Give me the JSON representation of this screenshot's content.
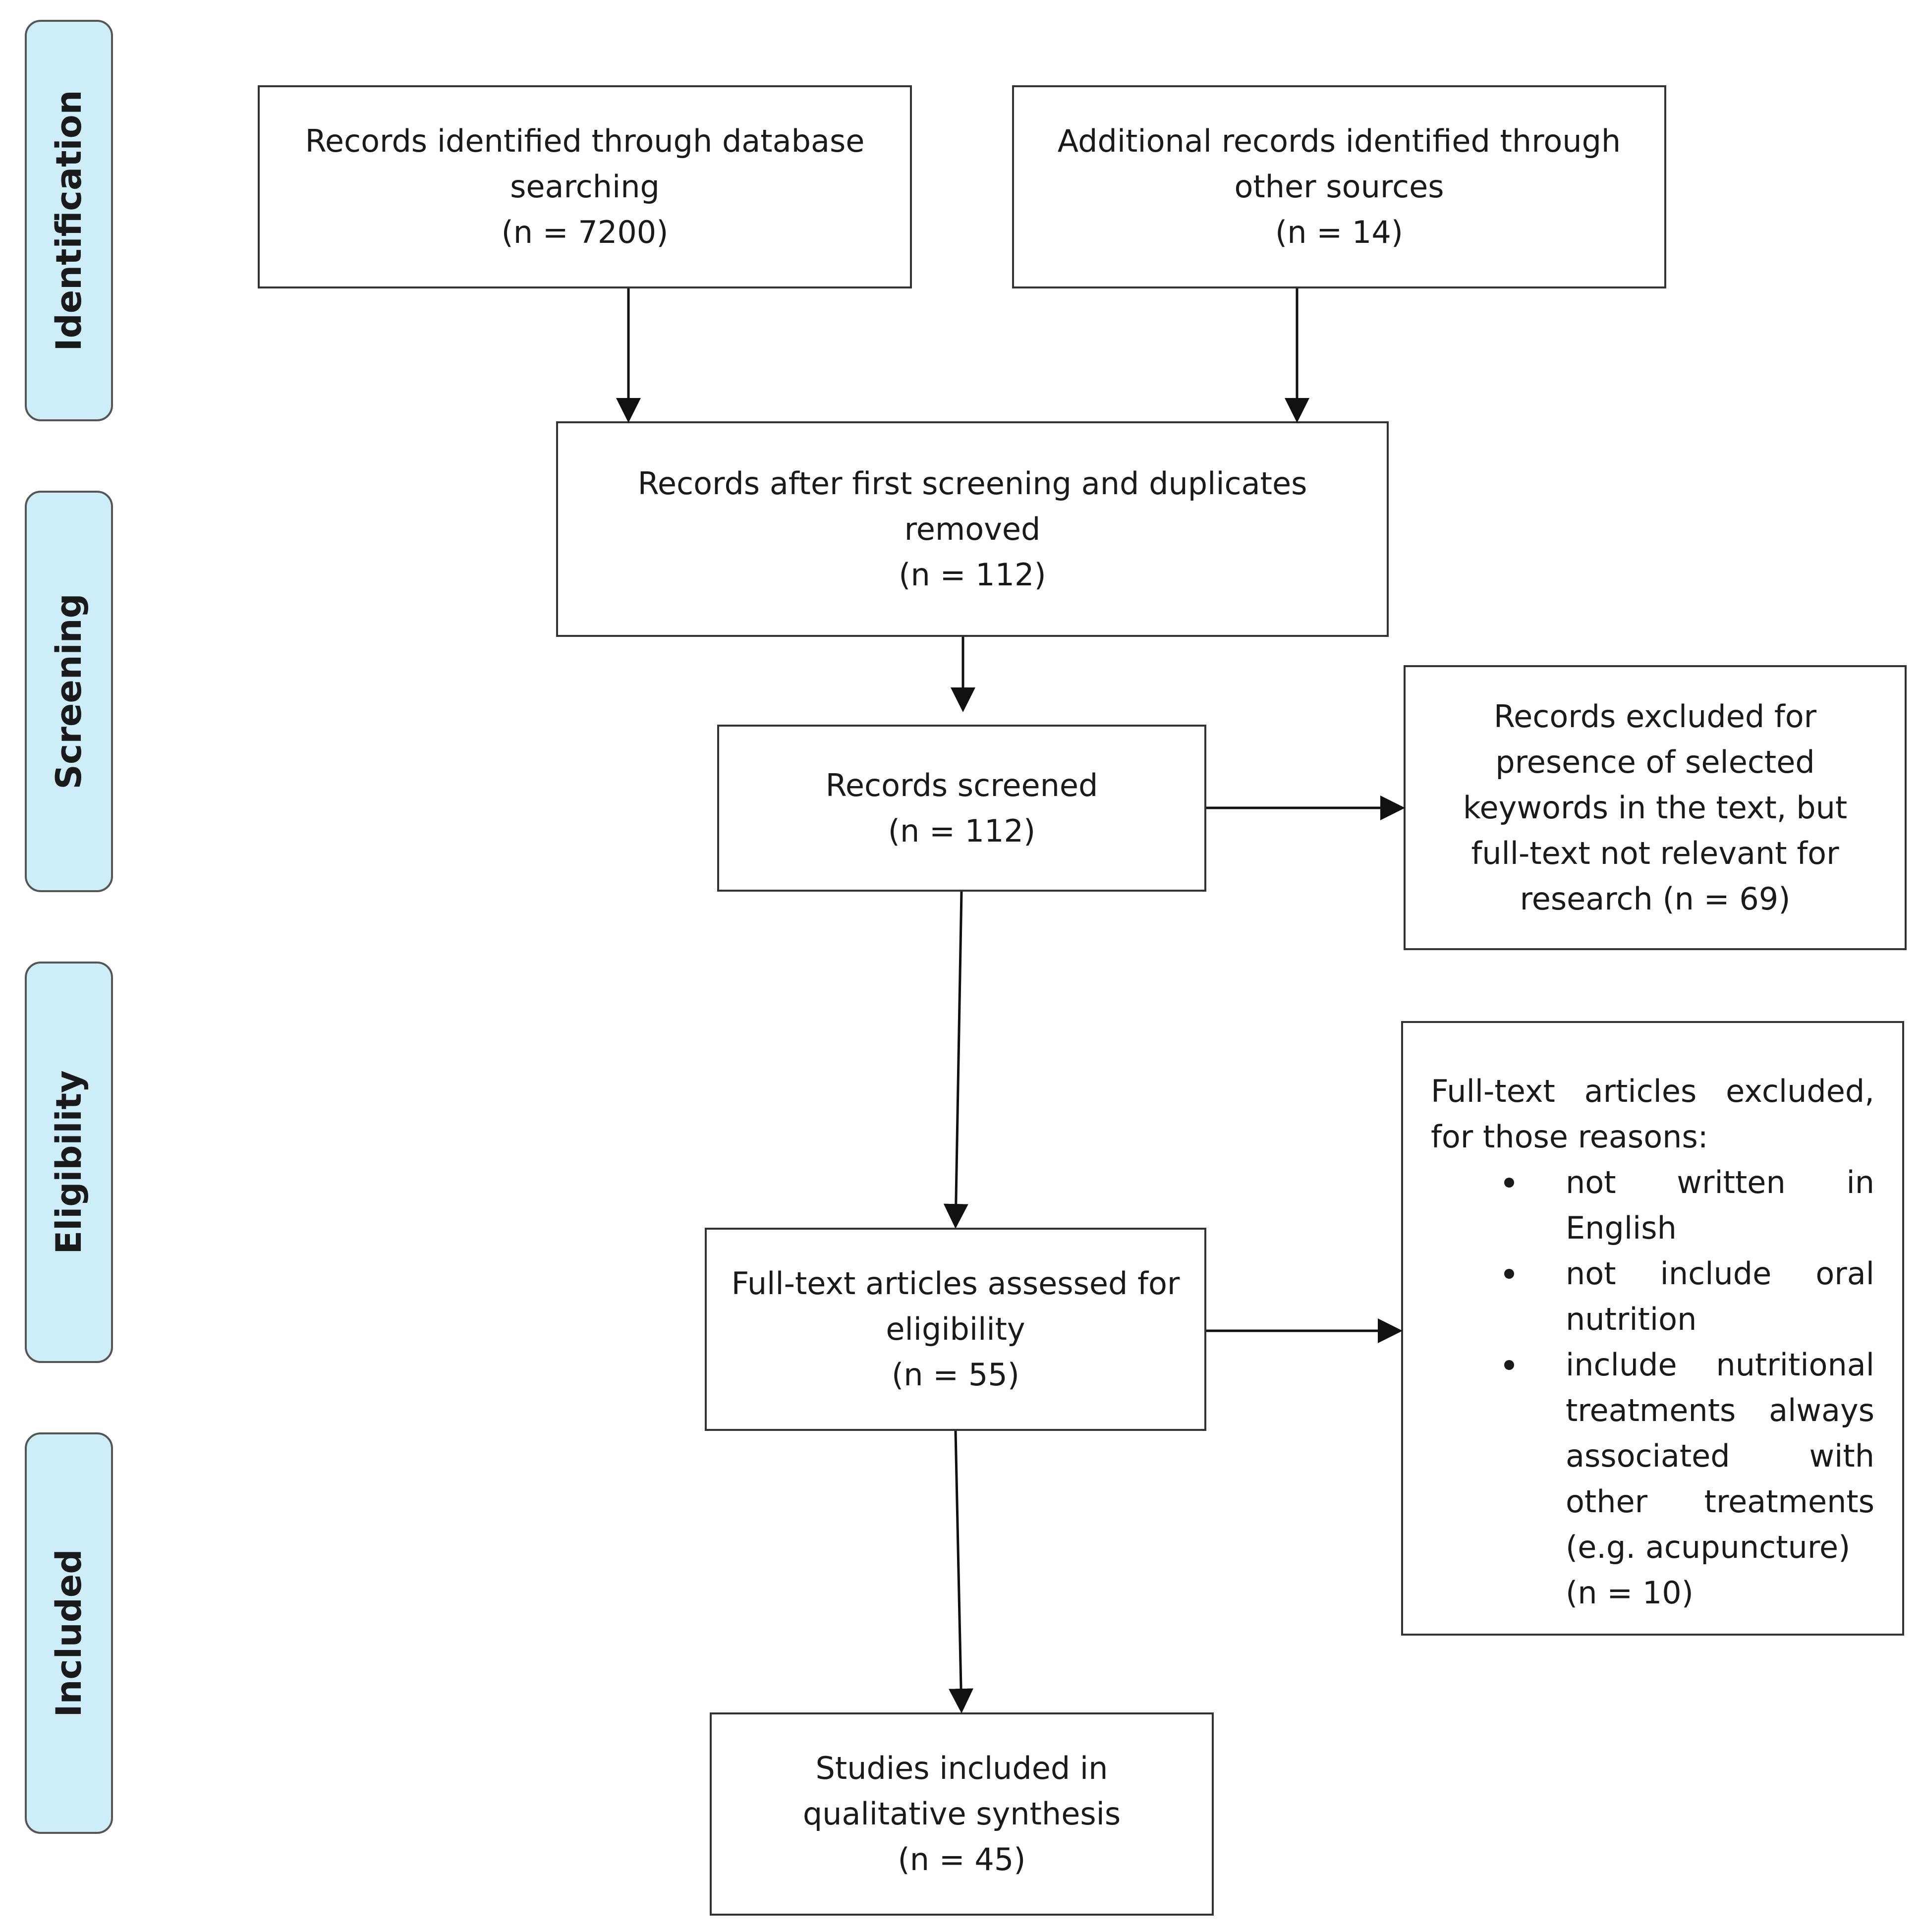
{
  "stages": [
    {
      "label": "Identification"
    },
    {
      "label": "Screening"
    },
    {
      "label": "Eligibility"
    },
    {
      "label": "Included"
    }
  ],
  "boxes": {
    "database": {
      "lines": [
        "Records identified through database",
        "searching",
        "(n = 7200)"
      ]
    },
    "other_sources": {
      "lines": [
        "Additional records identified through",
        "other sources",
        "(n = 14)"
      ]
    },
    "after_duplicates": {
      "lines": [
        "Records after first screening and duplicates",
        "removed",
        "(n = 112)"
      ]
    },
    "screened": {
      "lines": [
        "Records screened",
        "(n = 112)"
      ]
    },
    "excluded_keywords": {
      "lines": [
        "Records excluded for",
        "presence of selected",
        "keywords in the text, but",
        "full-text not relevant for",
        "research (n = 69)"
      ]
    },
    "full_text": {
      "lines": [
        "Full-text articles assessed for",
        "eligibility",
        "(n = 55)"
      ]
    },
    "included": {
      "lines": [
        "Studies included in",
        "qualitative synthesis",
        "(n = 45)"
      ]
    }
  },
  "exclusions": {
    "intro": "Full-text articles excluded, for those reasons:",
    "reasons": [
      "not written in English",
      "not include oral nutrition",
      "include nutritional treatments always associated with other treatments (e.g. acupuncture)"
    ],
    "count": "(n = 10)"
  }
}
